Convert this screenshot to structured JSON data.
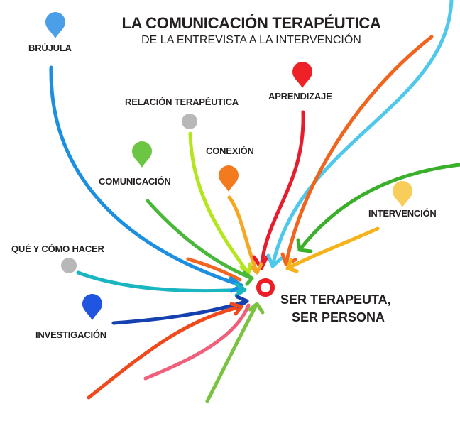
{
  "header": {
    "title": "LA COMUNICACIÓN TERAPÉUTICA",
    "subtitle": "DE LA ENTREVISTA A LA INTERVENCIÓN"
  },
  "center": {
    "line1": "SER TERAPEUTA,",
    "line2": "SER PERSONA",
    "ring_color": "#ee1c25"
  },
  "nodes": [
    {
      "id": "brujula",
      "label": "BRÚJULA",
      "marker": "pin",
      "color": "#4a9fe8"
    },
    {
      "id": "relacion",
      "label": "RELACIÓN TERAPÉUTICA",
      "marker": "dot",
      "color": "#b8b8b8"
    },
    {
      "id": "aprendizaje",
      "label": "APRENDIZAJE",
      "marker": "pin",
      "color": "#ee2226"
    },
    {
      "id": "conexion",
      "label": "CONEXIÓN",
      "marker": "pin",
      "color": "#f47a20"
    },
    {
      "id": "comunicacion",
      "label": "COMUNICACIÓN",
      "marker": "pin",
      "color": "#6cc644"
    },
    {
      "id": "intervencion",
      "label": "INTERVENCIÓN",
      "marker": "pin",
      "color": "#f9cd5a"
    },
    {
      "id": "que-como",
      "label": "QUÉ Y CÓMO HACER",
      "marker": "dot",
      "color": "#b8b8b8"
    },
    {
      "id": "investigacion",
      "label": "INVESTIGACIÓN",
      "marker": "pin",
      "color": "#1f55e0"
    }
  ],
  "arrows": [
    {
      "name": "arrow-brujula",
      "color": "#1d8fe0"
    },
    {
      "name": "arrow-relacion",
      "color": "#b5e61d"
    },
    {
      "name": "arrow-aprendizaje",
      "color": "#e51d2e"
    },
    {
      "name": "arrow-conexion",
      "color": "#f5a623"
    },
    {
      "name": "arrow-comunicacion",
      "color": "#49b83a"
    },
    {
      "name": "arrow-light-blue",
      "color": "#4fc8ec"
    },
    {
      "name": "arrow-orange-top",
      "color": "#f0641e"
    },
    {
      "name": "arrow-green-right",
      "color": "#3ab02a"
    },
    {
      "name": "arrow-intervencion",
      "color": "#f5b21a"
    },
    {
      "name": "arrow-orange-left",
      "color": "#f26522"
    },
    {
      "name": "arrow-que-como",
      "color": "#19b5c0"
    },
    {
      "name": "arrow-investigacion",
      "color": "#1540b0"
    },
    {
      "name": "arrow-red-bottom",
      "color": "#f04a1c"
    },
    {
      "name": "arrow-pink",
      "color": "#f0607a"
    },
    {
      "name": "arrow-green-bottom",
      "color": "#7cc242"
    }
  ]
}
